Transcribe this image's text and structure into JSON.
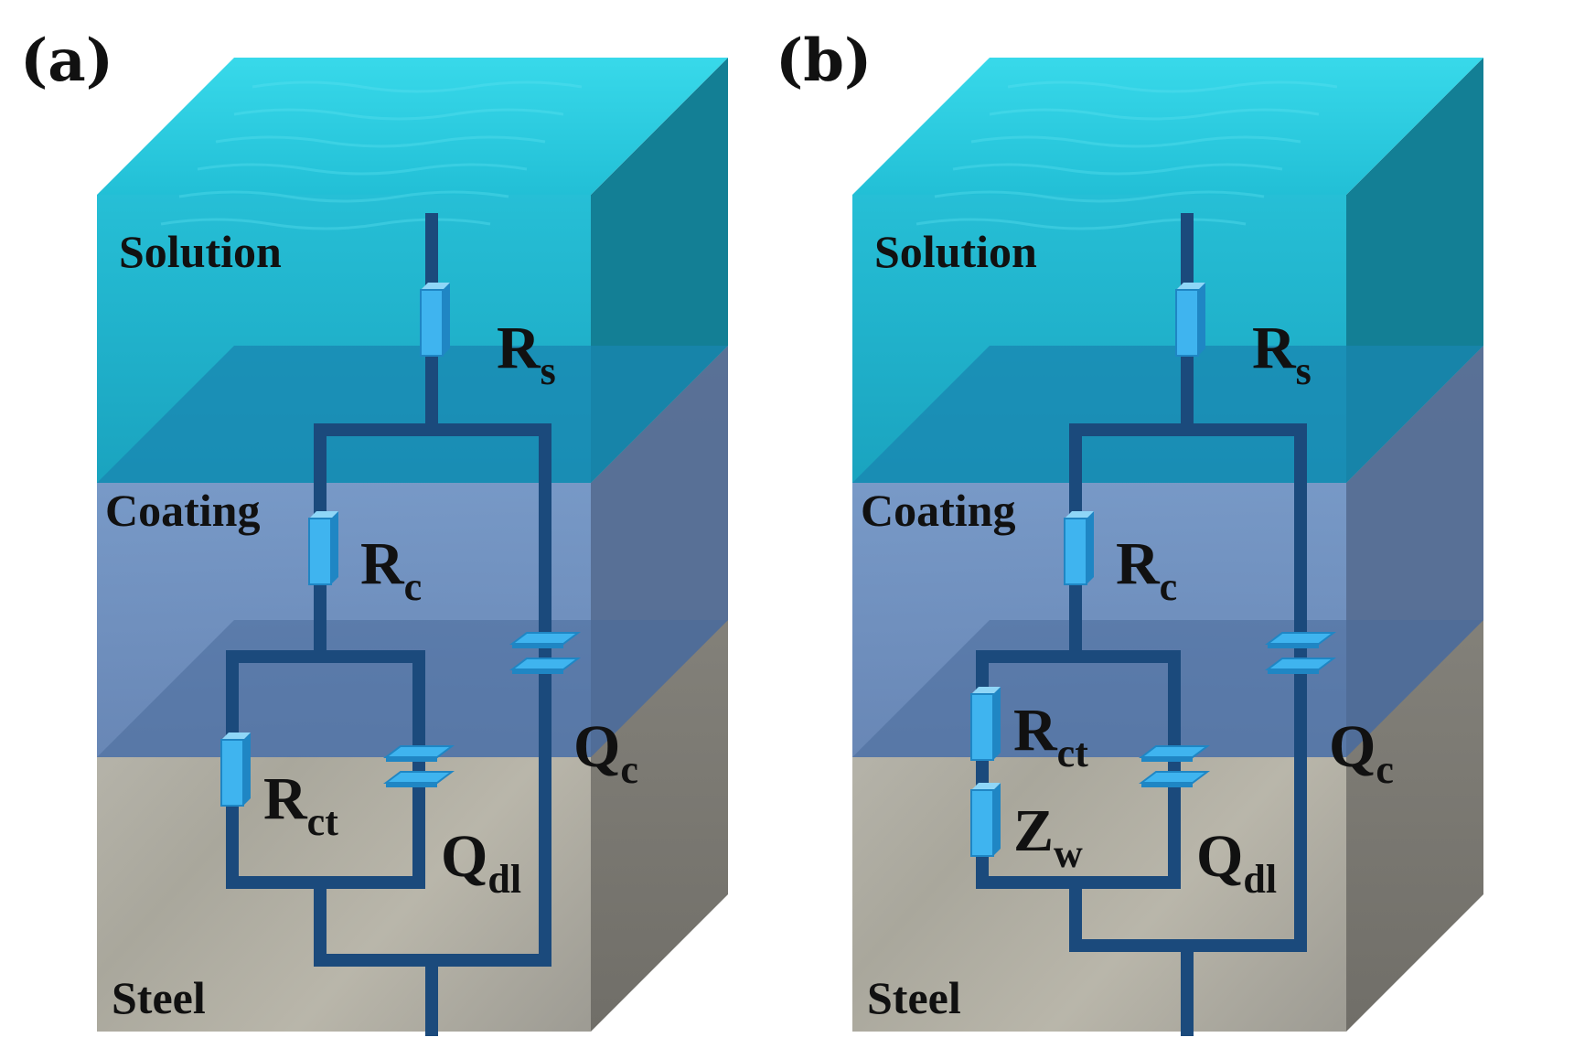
{
  "colors": {
    "wire": "#1b4a7c",
    "component": "#3fb4ef",
    "component_side": "#1f86c4",
    "component_top": "#8fd6f7",
    "water_top": "#2bcde0",
    "water_front": "#1fb0c9",
    "water_side": "#137f95",
    "coating_front": "#6e8fc0",
    "coating_side": "#566f97",
    "steel_front": "#b3b2a9",
    "steel_side": "#807e76"
  },
  "panels": [
    {
      "id": "a",
      "label": "(a)",
      "layers": {
        "solution": "Solution",
        "coating": "Coating",
        "steel": "Steel"
      },
      "components": {
        "rs": {
          "main": "R",
          "sub": "s"
        },
        "rc": {
          "main": "R",
          "sub": "c"
        },
        "rct": {
          "main": "R",
          "sub": "ct"
        },
        "qdl": {
          "main": "Q",
          "sub": "dl"
        },
        "qc": {
          "main": "Q",
          "sub": "c"
        }
      }
    },
    {
      "id": "b",
      "label": "(b)",
      "layers": {
        "solution": "Solution",
        "coating": "Coating",
        "steel": "Steel"
      },
      "components": {
        "rs": {
          "main": "R",
          "sub": "s"
        },
        "rc": {
          "main": "R",
          "sub": "c"
        },
        "rct": {
          "main": "R",
          "sub": "ct"
        },
        "zw": {
          "main": "Z",
          "sub": "w"
        },
        "qdl": {
          "main": "Q",
          "sub": "dl"
        },
        "qc": {
          "main": "Q",
          "sub": "c"
        }
      }
    }
  ]
}
